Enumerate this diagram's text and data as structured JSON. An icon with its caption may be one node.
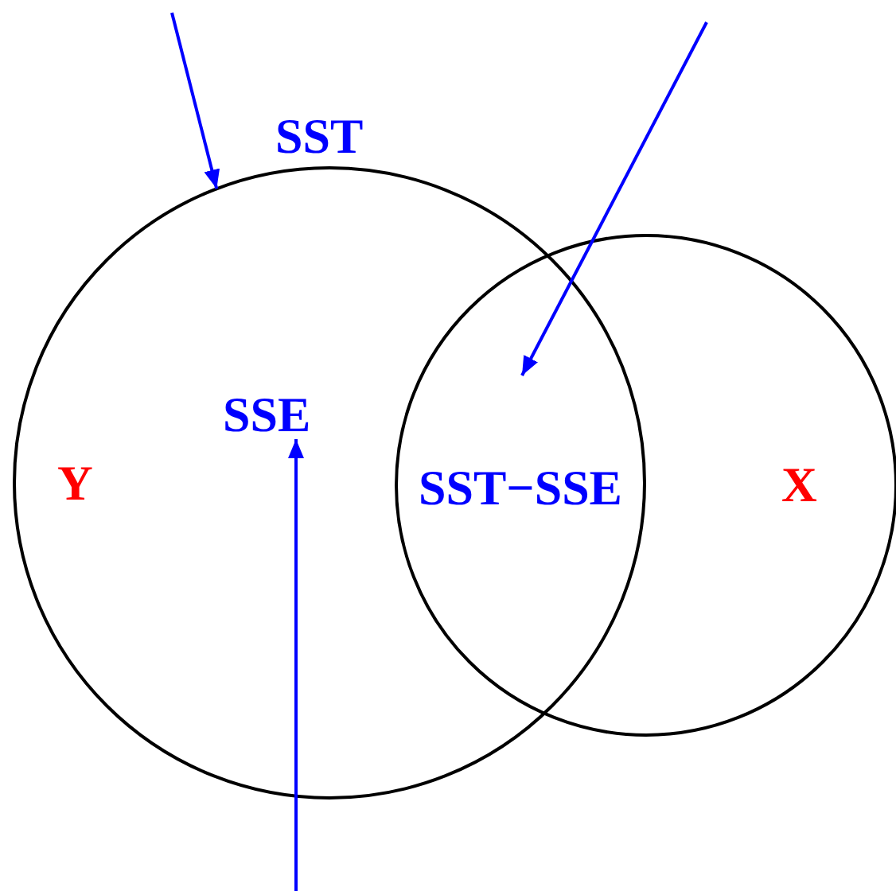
{
  "diagram": {
    "nodes": [
      {
        "text": [
          "SST",
          "Y"
        ]
      },
      {
        "text": [
          "SSE"
        ],
        "in": 0
      },
      {
        "text": [
          "SST−SSE"
        ]
      },
      {
        "text": [
          "X"
        ]
      }
    ],
    "edges": [
      {
        "from": null,
        "to": 0,
        "arrow": "to"
      },
      {
        "from": null,
        "to": 2,
        "arrow": "to"
      },
      {
        "from": null,
        "to": 1,
        "arrow": "to"
      }
    ]
  }
}
